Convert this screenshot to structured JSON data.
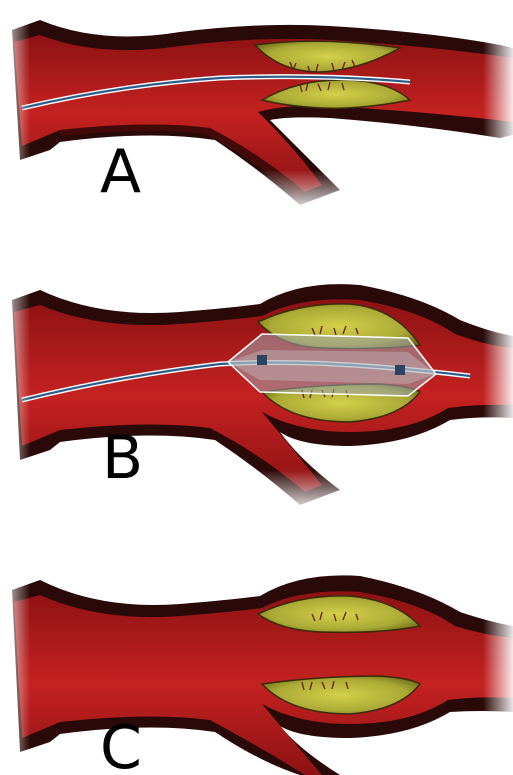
{
  "panels": [
    {
      "label": "A",
      "state": "guidewire inserted through plaque narrowing"
    },
    {
      "label": "B",
      "state": "balloon catheter inflated, artery widened"
    },
    {
      "label": "C",
      "state": "artery widened after catheter removed"
    }
  ],
  "colors": {
    "vessel_wall": "#2a0a08",
    "vessel_lumen": "#a9191a",
    "lumen_center": "#c92420",
    "plaque_outer": "#8c8e1d",
    "plaque_inner": "#c6c440",
    "plaque_strands": "#6a1a12",
    "guidewire": "#2f5d8a",
    "balloon_fill": "#a0a8b0",
    "balloon_edge": "#ffffff",
    "marker": "#2c4460"
  }
}
